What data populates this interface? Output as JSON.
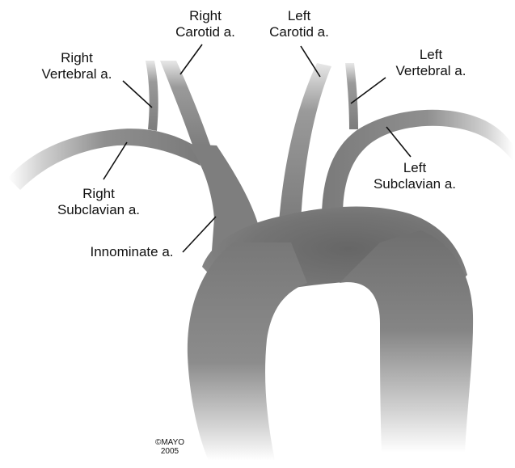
{
  "labels": {
    "right_carotid": [
      "Right",
      "Carotid a."
    ],
    "left_carotid": [
      "Left",
      "Carotid a."
    ],
    "right_vertebral": [
      "Right",
      "Vertebral a."
    ],
    "left_vertebral": [
      "Left",
      "Vertebral a."
    ],
    "right_subclavian": [
      "Right",
      "Subclavian a."
    ],
    "left_subclavian": [
      "Left",
      "Subclavian a."
    ],
    "innominate": "Innominate a."
  },
  "credit": [
    "©MAYO",
    "2005"
  ],
  "colors": {
    "vessel_dark": "#6e6e6e",
    "vessel_mid": "#8a8a8a",
    "vessel_light": "#e6e6e6",
    "leader": "#111111",
    "text": "#111111"
  }
}
